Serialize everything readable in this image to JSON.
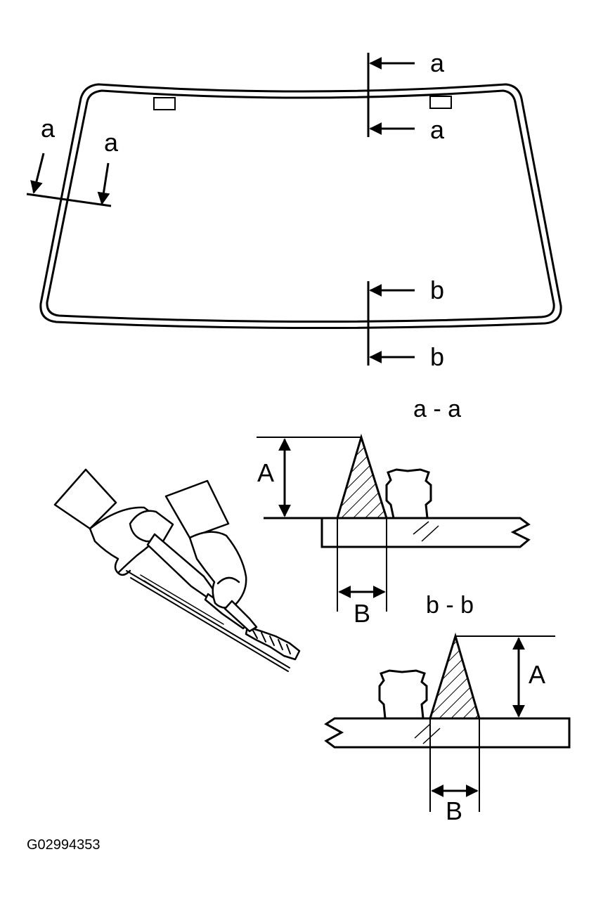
{
  "section_labels": {
    "a_top_1": "a",
    "a_top_2": "a",
    "a_left_1": "a",
    "a_left_2": "a",
    "b_bottom_1": "b",
    "b_bottom_2": "b"
  },
  "detail_aa": {
    "title": "a - a",
    "height_label": "A",
    "width_label": "B"
  },
  "detail_bb": {
    "title": "b - b",
    "height_label": "A",
    "width_label": "B"
  },
  "figure_id": "G02994353",
  "colors": {
    "line": "#000000",
    "background": "#ffffff"
  }
}
